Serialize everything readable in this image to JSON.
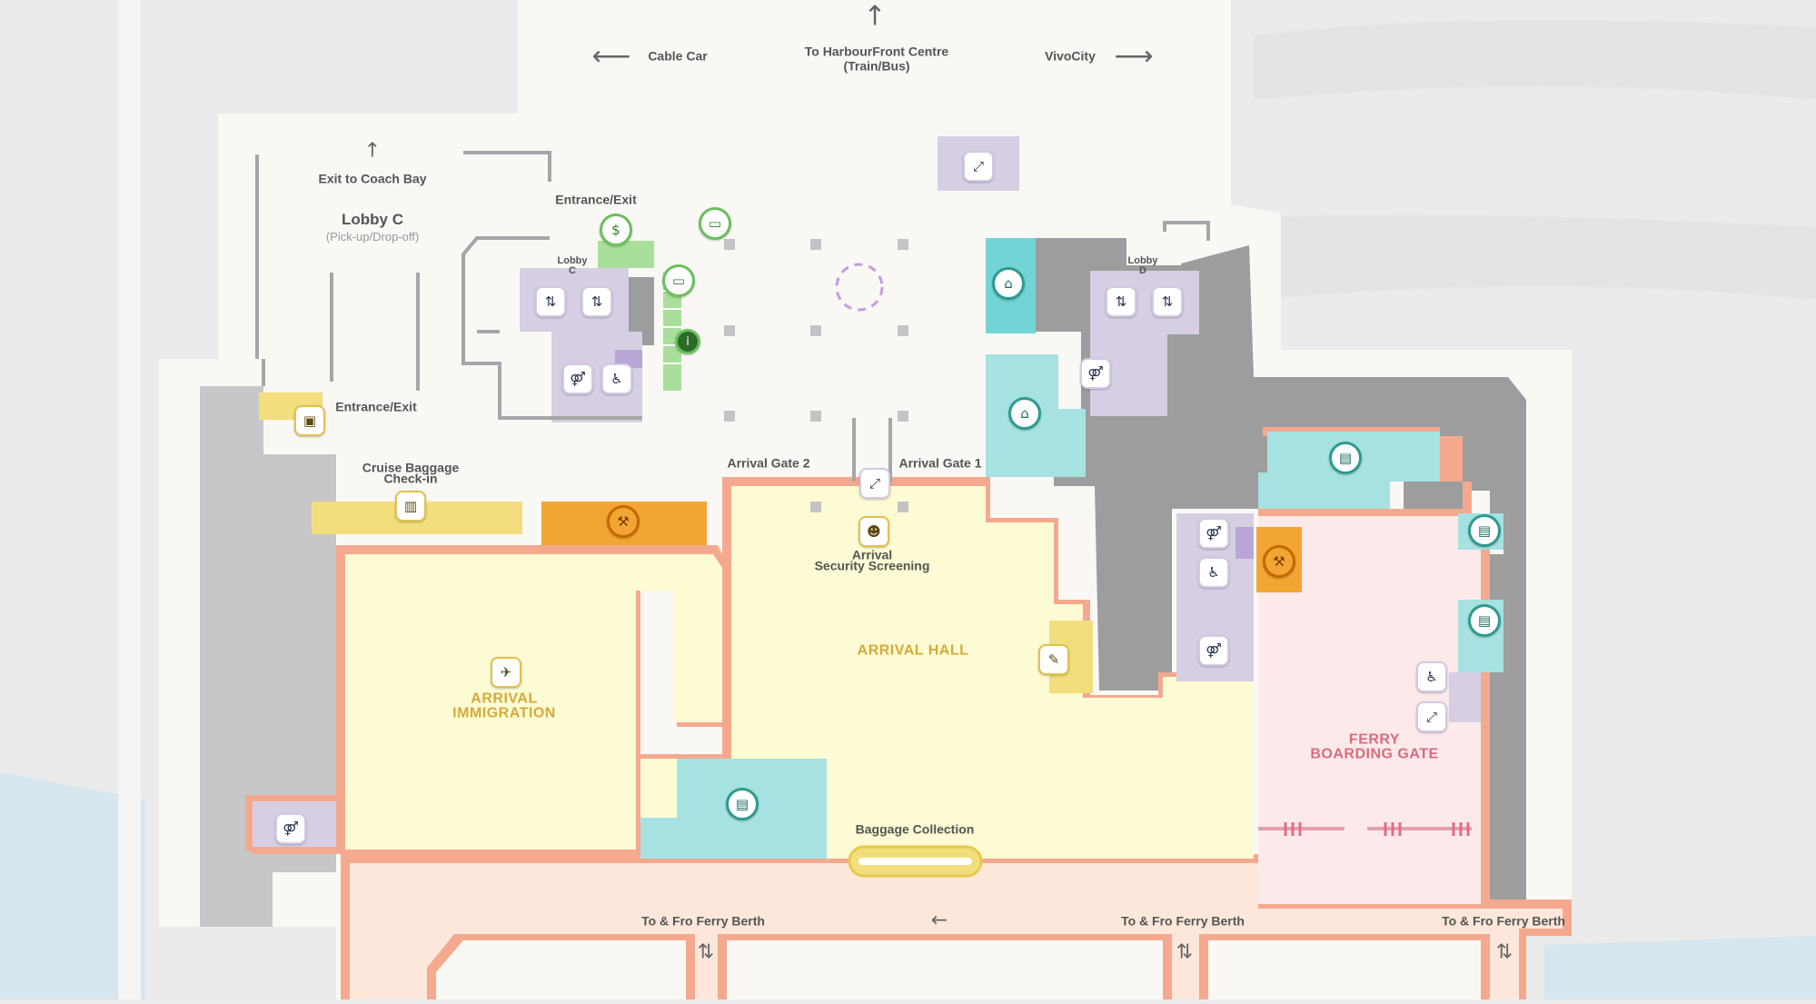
{
  "labels": {
    "cable_car": "Cable Car",
    "harbourfront": "To HarbourFront Centre",
    "harbourfront_sub": "(Train/Bus)",
    "vivocity": "VivoCity",
    "exit_coach": "Exit to Coach Bay",
    "lobby_c": "Lobby C",
    "lobby_c_sub": "(Pick-up/Drop-off)",
    "entrance_exit_top": "Entrance/Exit",
    "entrance_exit_left": "Entrance/Exit",
    "lobby_c_small_1": "Lobby",
    "lobby_c_small_2": "C",
    "lobby_d_small_1": "Lobby",
    "lobby_d_small_2": "D",
    "cruise_baggage_1": "Cruise Baggage",
    "cruise_baggage_2": "Check-in",
    "arrival_gate_2": "Arrival Gate 2",
    "arrival_gate_1": "Arrival Gate 1",
    "arrival_security_1": "Arrival",
    "arrival_security_2": "Security Screening",
    "arrival_hall": "ARRIVAL HALL",
    "arrival_immigration_1": "ARRIVAL",
    "arrival_immigration_2": "IMMIGRATION",
    "ferry_boarding_1": "FERRY",
    "ferry_boarding_2": "BOARDING GATE",
    "baggage_collection": "Baggage Collection",
    "ferry_berth_1": "To & Fro Ferry Berth",
    "ferry_berth_2": "To & Fro Ferry Berth",
    "ferry_berth_3": "To & Fro Ferry Berth"
  },
  "icons": [
    {
      "name": "escalator-icon",
      "glyph": "⤢",
      "style": "lav"
    },
    {
      "name": "atm-icon",
      "glyph": "$",
      "style": "green round"
    },
    {
      "name": "card-payment-icon",
      "glyph": "▭",
      "style": "green round"
    },
    {
      "name": "card-payment-icon",
      "glyph": "▭",
      "style": "green round"
    },
    {
      "name": "information-icon",
      "glyph": "i",
      "style": "dark round"
    },
    {
      "name": "lift-icon",
      "glyph": "⇅",
      "style": "lav"
    },
    {
      "name": "lift-icon",
      "glyph": "⇅",
      "style": "lav"
    },
    {
      "name": "lift-icon",
      "glyph": "⇅",
      "style": "lav"
    },
    {
      "name": "lift-icon",
      "glyph": "⇅",
      "style": "lav"
    },
    {
      "name": "restroom-icon",
      "glyph": "⚤",
      "style": "lav"
    },
    {
      "name": "nursing-room-icon",
      "glyph": "♿",
      "style": "lav"
    },
    {
      "name": "restroom-icon",
      "glyph": "⚤",
      "style": "lav"
    },
    {
      "name": "shop-icon",
      "glyph": "⌂",
      "style": "teal round"
    },
    {
      "name": "shop-icon",
      "glyph": "⌂",
      "style": "teal round"
    },
    {
      "name": "tour-desk-icon",
      "glyph": "▣",
      "style": "gold"
    },
    {
      "name": "baggage-check-in-icon",
      "glyph": "▥",
      "style": "gold"
    },
    {
      "name": "food-icon",
      "glyph": "⚒",
      "style": "orange round"
    },
    {
      "name": "escalator-icon",
      "glyph": "⤢",
      "style": "lav"
    },
    {
      "name": "security-screening-icon",
      "glyph": "☻",
      "style": "gold"
    },
    {
      "name": "customs-icon",
      "glyph": "✎",
      "style": "gold"
    },
    {
      "name": "immigration-icon",
      "glyph": "✈",
      "style": "gold"
    },
    {
      "name": "duty-free-icon",
      "glyph": "▤",
      "style": "teal round"
    },
    {
      "name": "duty-free-icon",
      "glyph": "▤",
      "style": "teal round"
    },
    {
      "name": "duty-free-icon",
      "glyph": "▤",
      "style": "teal round"
    },
    {
      "name": "duty-free-icon",
      "glyph": "▤",
      "style": "teal round"
    },
    {
      "name": "restroom-icon",
      "glyph": "⚤",
      "style": "lav"
    },
    {
      "name": "nursing-room-icon",
      "glyph": "♿",
      "style": "lav"
    },
    {
      "name": "food-icon",
      "glyph": "⚒",
      "style": "orange round"
    },
    {
      "name": "restroom-icon",
      "glyph": "⚤",
      "style": "lav"
    },
    {
      "name": "accessible-lift-icon",
      "glyph": "♿",
      "style": "lav"
    },
    {
      "name": "escalator-icon",
      "glyph": "⤢",
      "style": "lav"
    },
    {
      "name": "restroom-icon",
      "glyph": "⚤",
      "style": "lav"
    }
  ]
}
